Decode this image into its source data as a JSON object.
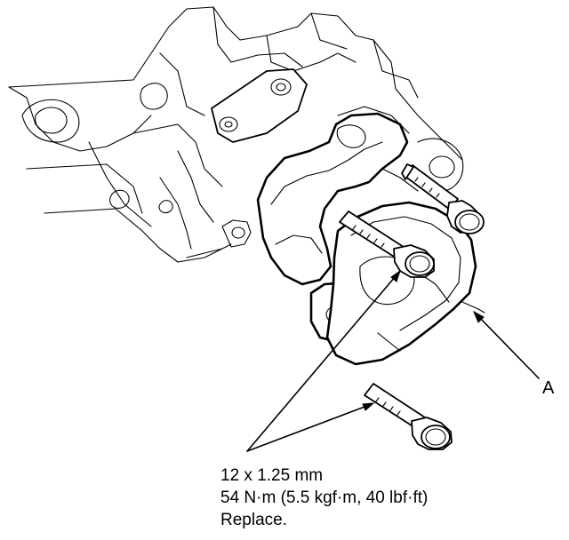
{
  "callout_a": {
    "letter": "A"
  },
  "bolt_spec": {
    "size": "12 x 1.25 mm",
    "torque": "54 N·m (5.5 kgf·m, 40 lbf·ft)",
    "note": "Replace."
  }
}
